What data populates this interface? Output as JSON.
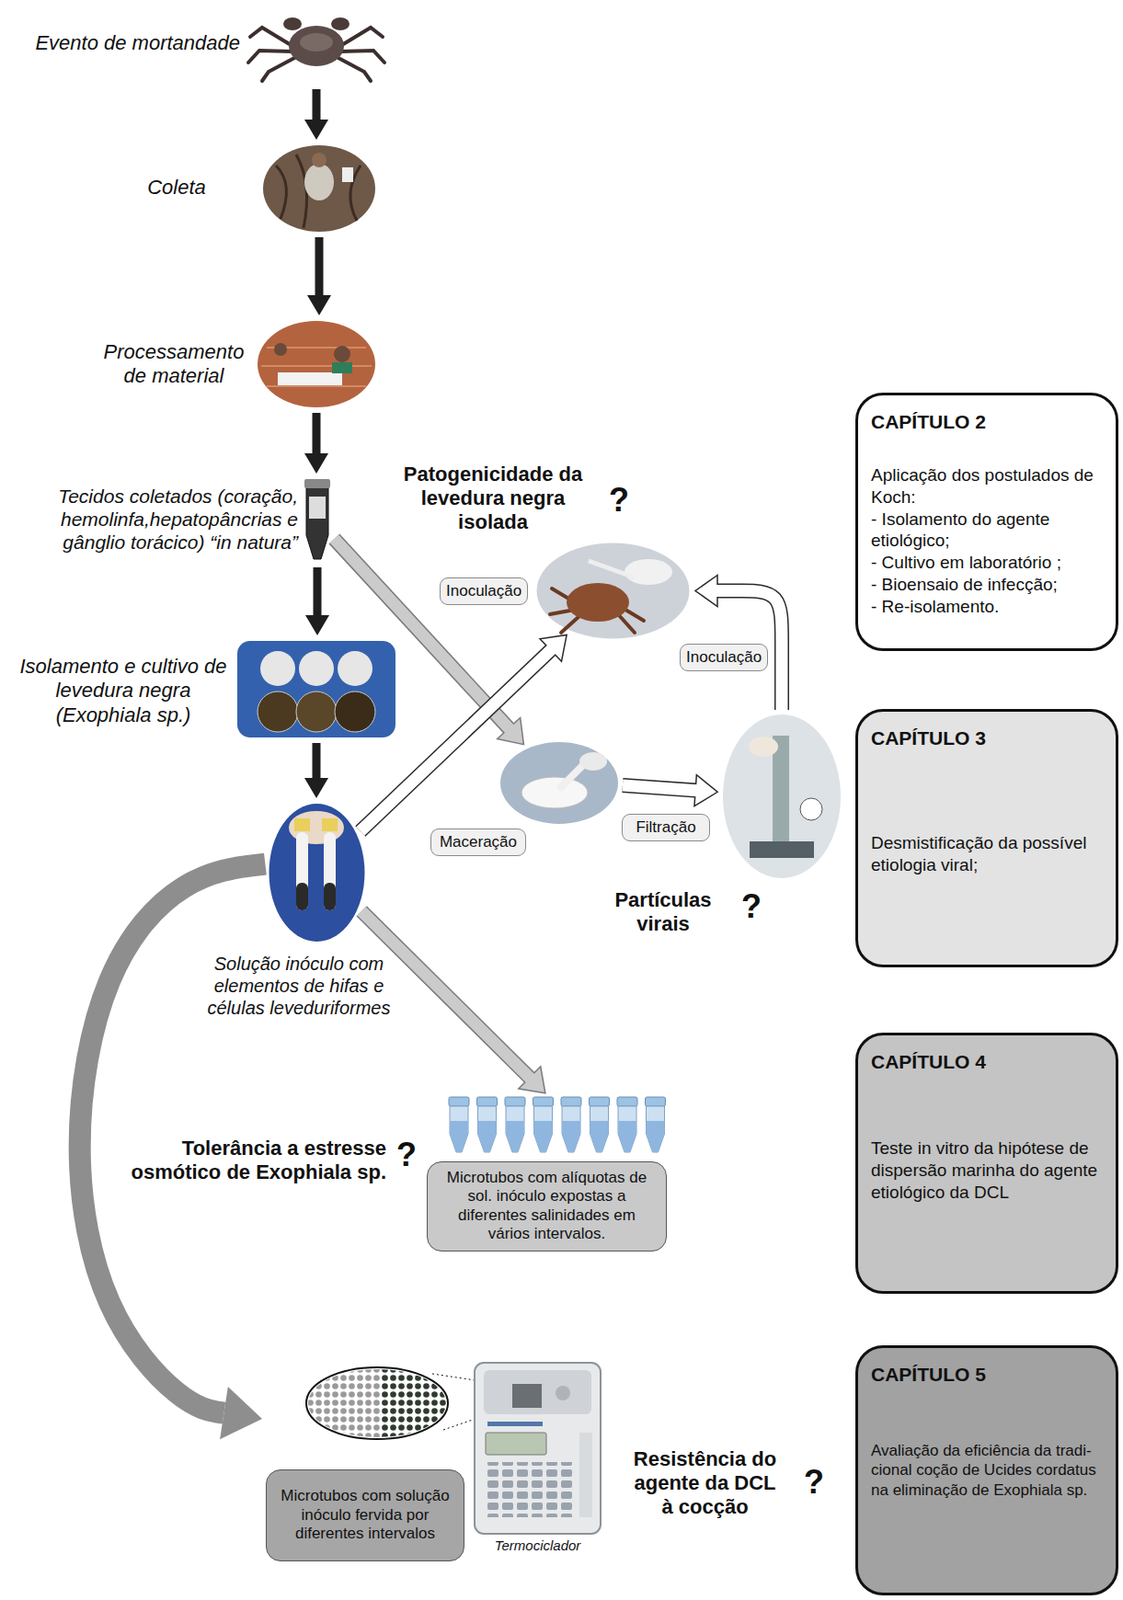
{
  "diagram": {
    "nodes": [
      {
        "text": [
          "Evento de mortandade"
        ]
      },
      {
        "text": [
          "Coleta"
        ]
      },
      {
        "text": [
          "Processamento de material"
        ]
      },
      {
        "text": [
          "Tecidos coletados (coração, hemolinfa,hepatopâncrias e gânglio torácico) “in natura”"
        ]
      },
      {
        "text": [
          "Isolamento e cultivo de levedura negra (Exophiala sp.)"
        ]
      },
      {
        "text": [
          "Solução inóculo com elementos de hifas e células leveduriformes"
        ]
      },
      {
        "text": [
          "Patogenicidade da levedura negra isolada",
          "?"
        ]
      },
      {
        "text": [
          "Maceração"
        ]
      },
      {
        "text": [
          "Partículas virais",
          "?"
        ]
      },
      {
        "text": [
          "Tolerância a estresse osmótico de Exophiala sp.",
          "?",
          "Microtubos com alíquotas de sol. inóculo expostas a diferentes salinidades em vários intervalos."
        ]
      },
      {
        "text": [
          "Microtubos com solução inóculo fervida por diferentes intervalos",
          "Termociclador",
          "Resistência do agente da DCL à cocção",
          "?"
        ]
      },
      {
        "text": [
          "CAPÍTULO 2",
          "Aplicação dos postulados de Koch:",
          "- Isolamento do agente etiológico;",
          "- Cultivo em laboratório ;",
          "- Bioensaio de infecção;",
          "- Re-isolamento."
        ]
      },
      {
        "text": [
          "CAPÍTULO 3",
          "Desmistificação da possível etiologia viral;"
        ]
      },
      {
        "text": [
          "CAPÍTULO 4",
          "Teste in vitro da hipótese de dispersão marinha do agente etiológico da DCL"
        ]
      },
      {
        "text": [
          "CAPÍTULO 5",
          "Avaliação da eficiência da tradi- cional coção de Ucides cordatus na eliminação de Exophiala sp."
        ]
      }
    ],
    "edges": [
      {
        "from": 0,
        "to": 1,
        "arrow": "to"
      },
      {
        "from": 1,
        "to": 2,
        "arrow": "to"
      },
      {
        "from": 2,
        "to": 3,
        "arrow": "to"
      },
      {
        "from": 3,
        "to": 4,
        "arrow": "to"
      },
      {
        "from": 4,
        "to": 5,
        "arrow": "to"
      },
      {
        "from": 3,
        "to": 7,
        "arrow": "to"
      },
      {
        "from": 5,
        "to": 6,
        "label": "Inoculação",
        "arrow": "to"
      },
      {
        "from": 7,
        "to": 8,
        "label": "Filtração",
        "arrow": "to"
      },
      {
        "from": 8,
        "to": 6,
        "label": "Inoculação",
        "arrow": "to"
      },
      {
        "from": 5,
        "to": 9,
        "arrow": "to"
      },
      {
        "from": 5,
        "to": 10,
        "arrow": "to"
      }
    ]
  }
}
